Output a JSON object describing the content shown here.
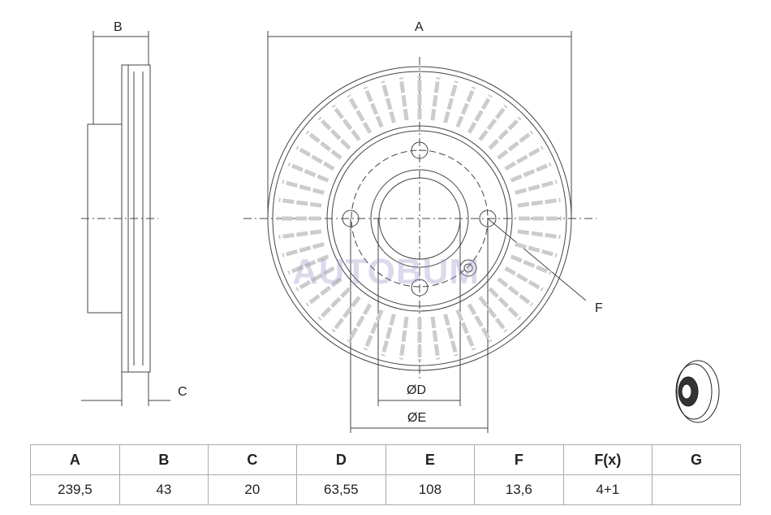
{
  "drawing": {
    "labels": {
      "A": "A",
      "B": "B",
      "C": "C",
      "D": "ØD",
      "E": "ØE",
      "F": "F"
    },
    "watermark": "AUTOBUM"
  },
  "table": {
    "headers": [
      "A",
      "B",
      "C",
      "D",
      "E",
      "F",
      "F(x)",
      "G"
    ],
    "values": [
      "239,5",
      "43",
      "20",
      "63,55",
      "108",
      "13,6",
      "4+1",
      ""
    ]
  }
}
